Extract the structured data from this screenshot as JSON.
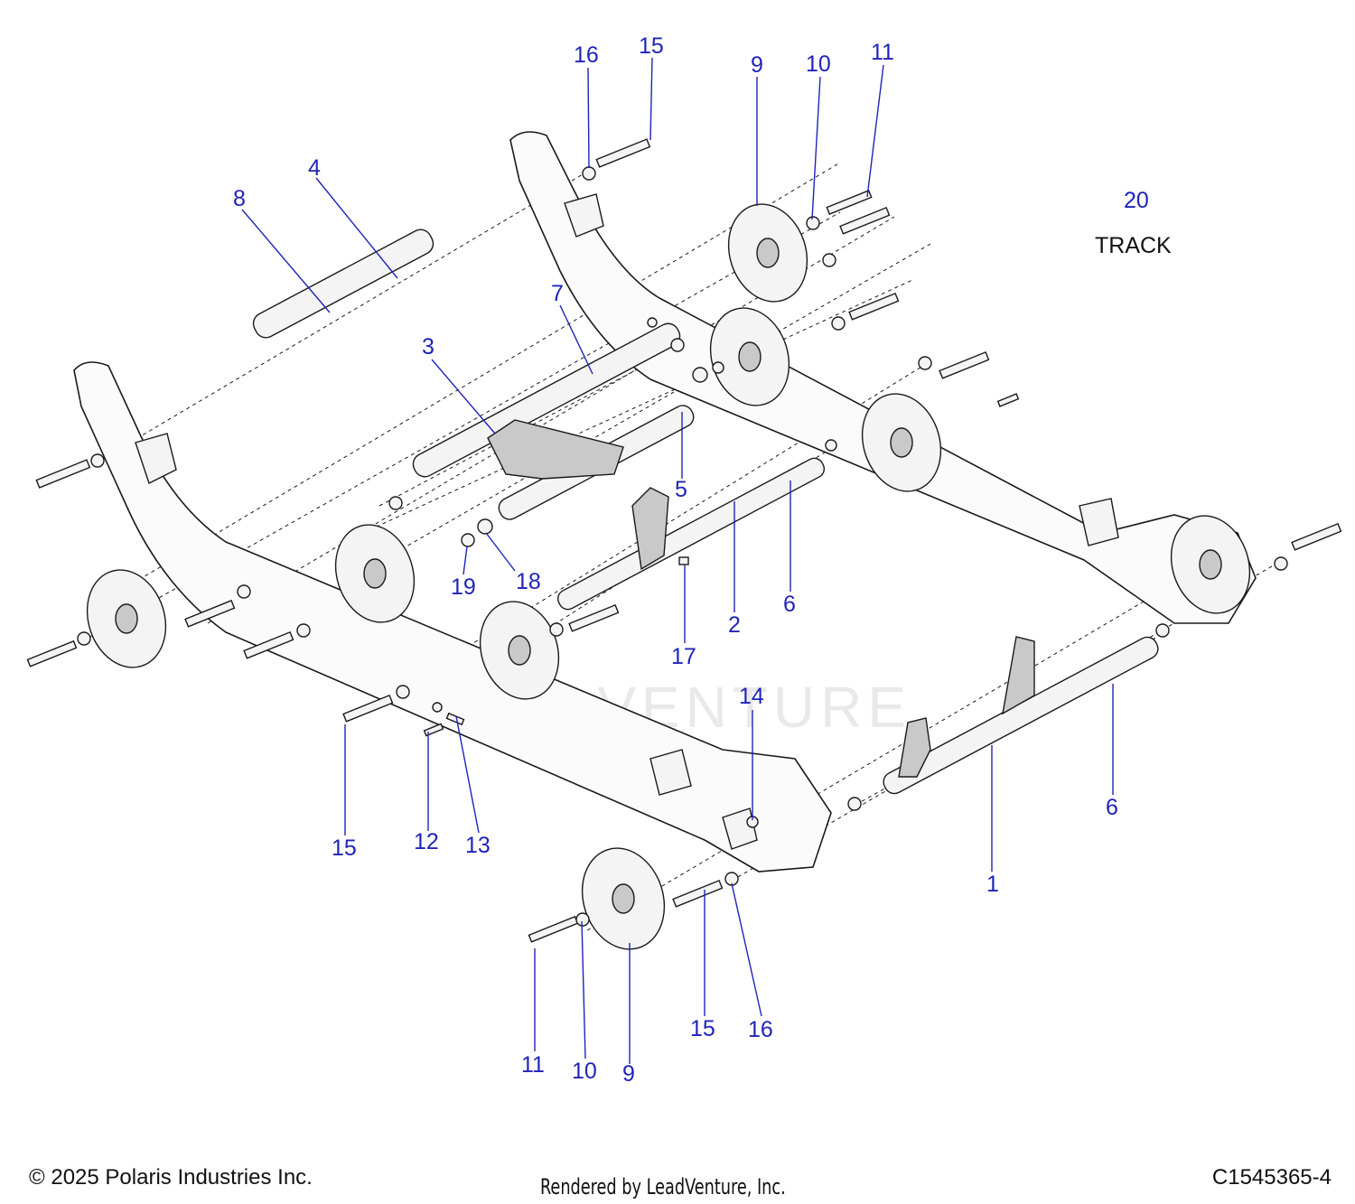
{
  "callouts": [
    {
      "id": "c1",
      "label": "1"
    },
    {
      "id": "c2",
      "label": "2"
    },
    {
      "id": "c3",
      "label": "3"
    },
    {
      "id": "c4",
      "label": "4"
    },
    {
      "id": "c5",
      "label": "5"
    },
    {
      "id": "c6a",
      "label": "6"
    },
    {
      "id": "c6b",
      "label": "6"
    },
    {
      "id": "c7",
      "label": "7"
    },
    {
      "id": "c8",
      "label": "8"
    },
    {
      "id": "c9a",
      "label": "9"
    },
    {
      "id": "c9b",
      "label": "9"
    },
    {
      "id": "c10a",
      "label": "10"
    },
    {
      "id": "c10b",
      "label": "10"
    },
    {
      "id": "c11a",
      "label": "11"
    },
    {
      "id": "c11b",
      "label": "11"
    },
    {
      "id": "c12",
      "label": "12"
    },
    {
      "id": "c13",
      "label": "13"
    },
    {
      "id": "c14",
      "label": "14"
    },
    {
      "id": "c15a",
      "label": "15"
    },
    {
      "id": "c15b",
      "label": "15"
    },
    {
      "id": "c15c",
      "label": "15"
    },
    {
      "id": "c16a",
      "label": "16"
    },
    {
      "id": "c16b",
      "label": "16"
    },
    {
      "id": "c17",
      "label": "17"
    },
    {
      "id": "c18",
      "label": "18"
    },
    {
      "id": "c19",
      "label": "19"
    },
    {
      "id": "c20",
      "label": "20"
    }
  ],
  "track_label": "TRACK",
  "watermark": "LEADVENTURE",
  "footer": {
    "copyright": "© 2025 Polaris Industries Inc.",
    "rendered_by": "Rendered by LeadVenture, Inc.",
    "drawing_number": "C1545365-4"
  },
  "colors": {
    "callout": "#1f24b8",
    "line": "#1a1a1a"
  }
}
